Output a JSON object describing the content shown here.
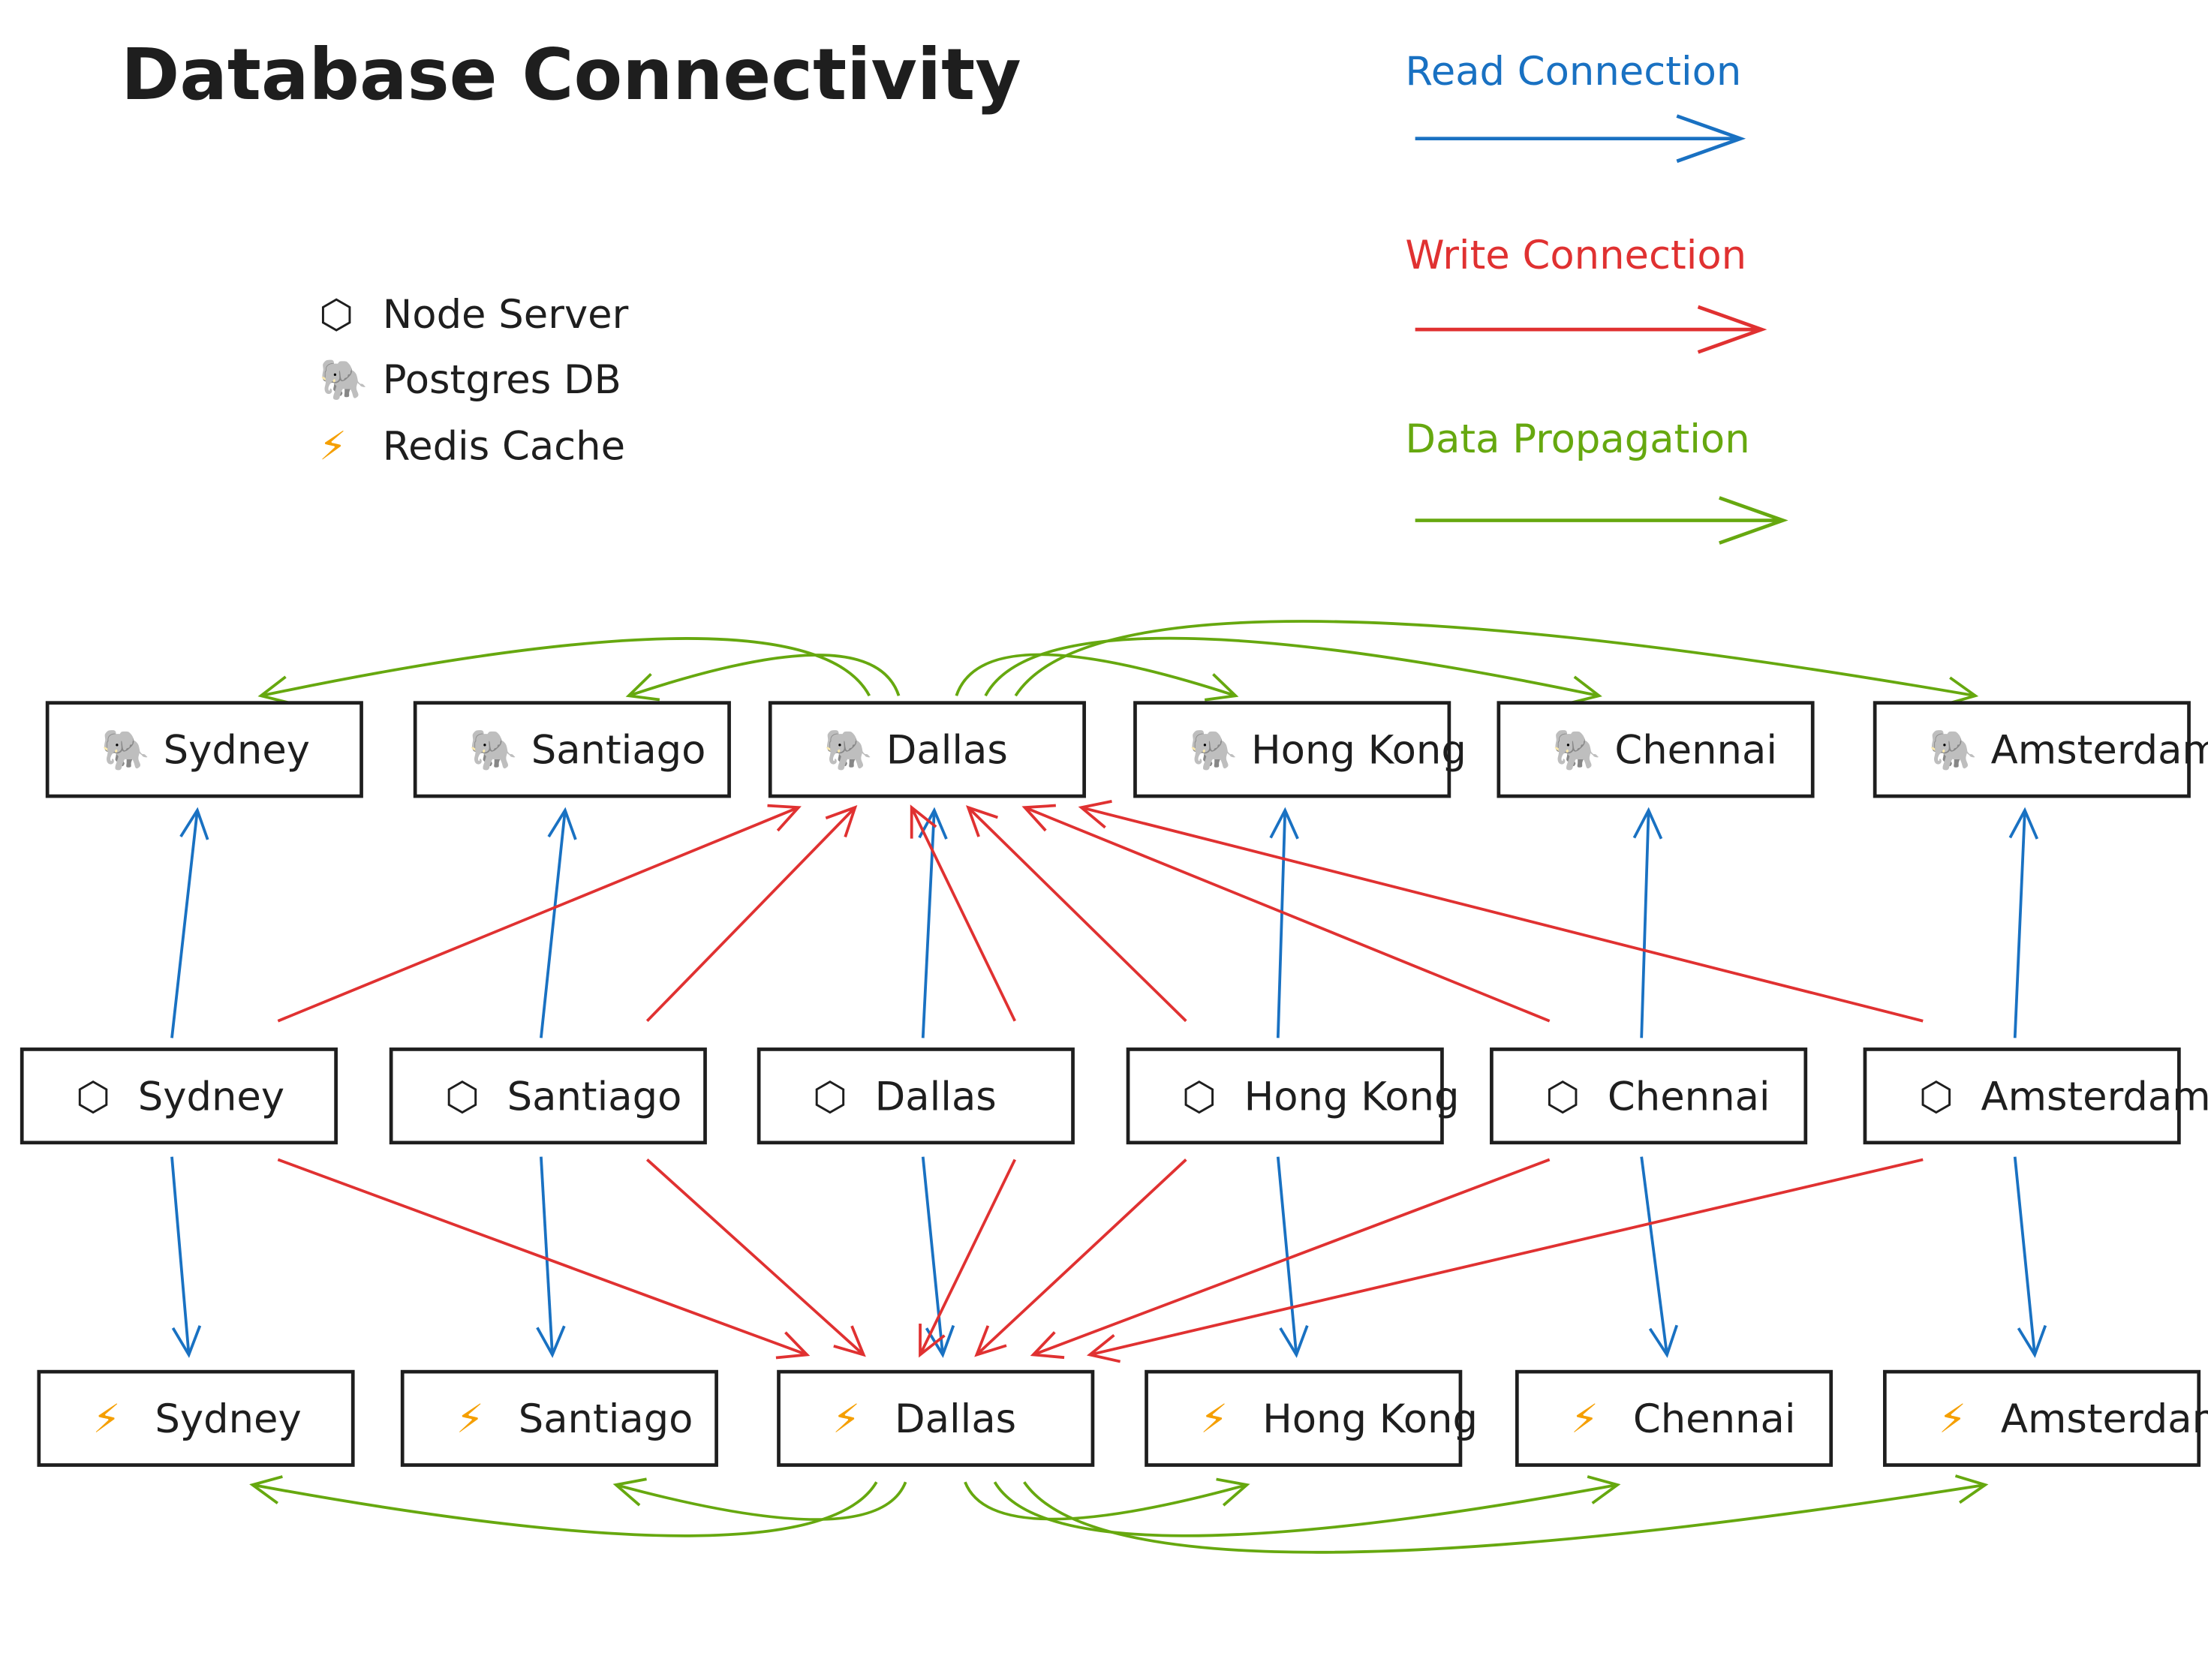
{
  "title": "Database Connectivity",
  "legend_icons": [
    {
      "icon": "hexagon-icon",
      "glyph": "⬡",
      "label": "Node Server"
    },
    {
      "icon": "elephant-icon",
      "glyph": "🐘",
      "label": "Postgres DB"
    },
    {
      "icon": "lightning-icon",
      "glyph": "⚡",
      "label": "Redis Cache"
    }
  ],
  "legend_arrows": [
    {
      "type": "read",
      "label": "Read Connection",
      "color": "#1971c2"
    },
    {
      "type": "write",
      "label": "Write Connection",
      "color": "#e03131"
    },
    {
      "type": "propagation",
      "label": "Data Propagation",
      "color": "#66a80f"
    }
  ],
  "cities": [
    "Sydney",
    "Santiago",
    "Dallas",
    "Hong Kong",
    "Chennai",
    "Amsterdam"
  ],
  "rows": [
    {
      "kind": "db",
      "glyph": "🐘"
    },
    {
      "kind": "node",
      "glyph": "⬡"
    },
    {
      "kind": "cache",
      "glyph": "⚡",
      "glyph_color": "#f59f00"
    }
  ],
  "connections": [
    {
      "from": "node:Sydney",
      "to": "db:Sydney",
      "type": "read"
    },
    {
      "from": "node:Santiago",
      "to": "db:Santiago",
      "type": "read"
    },
    {
      "from": "node:Dallas",
      "to": "db:Dallas",
      "type": "read"
    },
    {
      "from": "node:Hong Kong",
      "to": "db:Hong Kong",
      "type": "read"
    },
    {
      "from": "node:Chennai",
      "to": "db:Chennai",
      "type": "read"
    },
    {
      "from": "node:Amsterdam",
      "to": "db:Amsterdam",
      "type": "read"
    },
    {
      "from": "node:Sydney",
      "to": "cache:Sydney",
      "type": "read"
    },
    {
      "from": "node:Santiago",
      "to": "cache:Santiago",
      "type": "read"
    },
    {
      "from": "node:Dallas",
      "to": "cache:Dallas",
      "type": "read"
    },
    {
      "from": "node:Hong Kong",
      "to": "cache:Hong Kong",
      "type": "read"
    },
    {
      "from": "node:Chennai",
      "to": "cache:Chennai",
      "type": "read"
    },
    {
      "from": "node:Amsterdam",
      "to": "cache:Amsterdam",
      "type": "read"
    },
    {
      "from": "node:Sydney",
      "to": "db:Dallas",
      "type": "write"
    },
    {
      "from": "node:Santiago",
      "to": "db:Dallas",
      "type": "write"
    },
    {
      "from": "node:Dallas",
      "to": "db:Dallas",
      "type": "write"
    },
    {
      "from": "node:Hong Kong",
      "to": "db:Dallas",
      "type": "write"
    },
    {
      "from": "node:Chennai",
      "to": "db:Dallas",
      "type": "write"
    },
    {
      "from": "node:Amsterdam",
      "to": "db:Dallas",
      "type": "write"
    },
    {
      "from": "node:Sydney",
      "to": "cache:Dallas",
      "type": "write"
    },
    {
      "from": "node:Santiago",
      "to": "cache:Dallas",
      "type": "write"
    },
    {
      "from": "node:Dallas",
      "to": "cache:Dallas",
      "type": "write"
    },
    {
      "from": "node:Hong Kong",
      "to": "cache:Dallas",
      "type": "write"
    },
    {
      "from": "node:Chennai",
      "to": "cache:Dallas",
      "type": "write"
    },
    {
      "from": "node:Amsterdam",
      "to": "cache:Dallas",
      "type": "write"
    },
    {
      "from": "db:Dallas",
      "to": "db:Sydney",
      "type": "propagation"
    },
    {
      "from": "db:Dallas",
      "to": "db:Santiago",
      "type": "propagation"
    },
    {
      "from": "db:Dallas",
      "to": "db:Hong Kong",
      "type": "propagation"
    },
    {
      "from": "db:Dallas",
      "to": "db:Chennai",
      "type": "propagation"
    },
    {
      "from": "db:Dallas",
      "to": "db:Amsterdam",
      "type": "propagation"
    },
    {
      "from": "cache:Dallas",
      "to": "cache:Sydney",
      "type": "propagation"
    },
    {
      "from": "cache:Dallas",
      "to": "cache:Santiago",
      "type": "propagation"
    },
    {
      "from": "cache:Dallas",
      "to": "cache:Hong Kong",
      "type": "propagation"
    },
    {
      "from": "cache:Dallas",
      "to": "cache:Chennai",
      "type": "propagation"
    },
    {
      "from": "cache:Dallas",
      "to": "cache:Amsterdam",
      "type": "propagation"
    }
  ]
}
